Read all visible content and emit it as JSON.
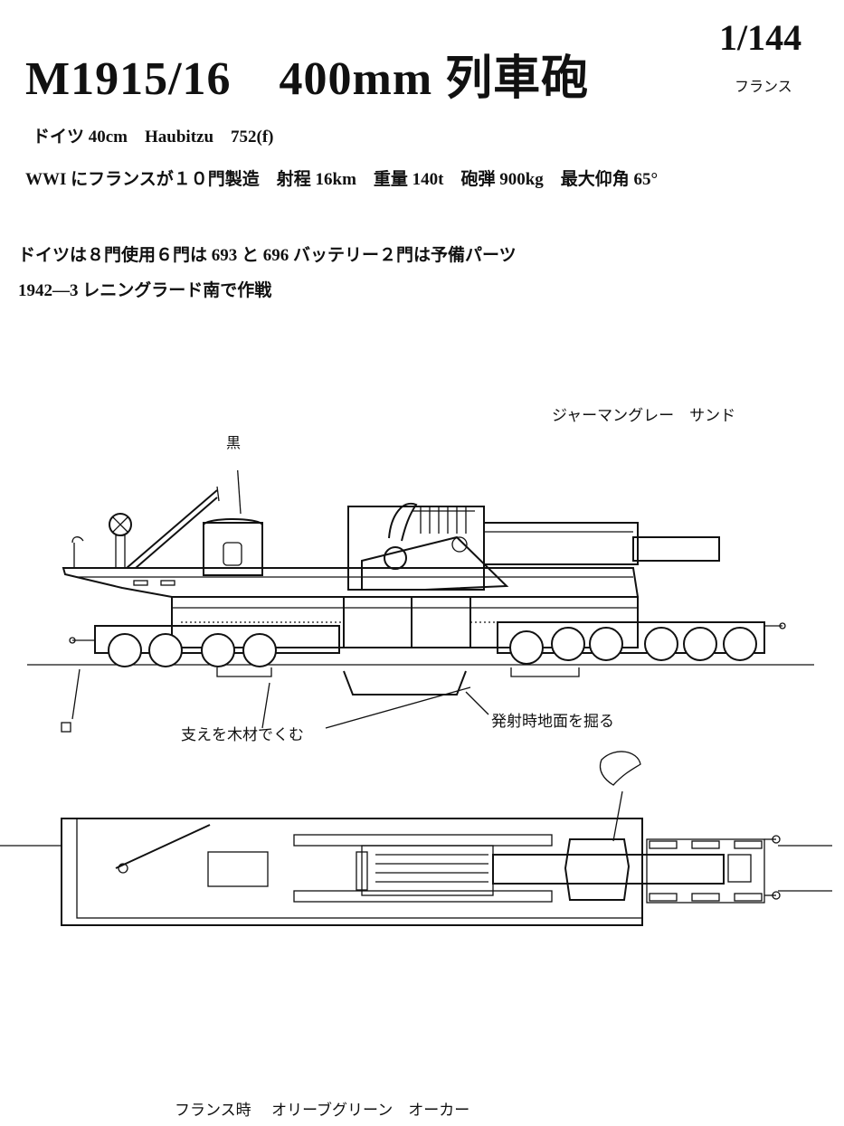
{
  "header": {
    "scale": "1/144",
    "title": "M1915/16　400mm 列車砲",
    "country": "フランス"
  },
  "specs": {
    "line1": "ドイツ 40cm　Haubitzu　752(f)",
    "line2": "WWI にフランスが１０門製造　射程 16km　重量 140t　砲弾 900kg　最大仰角 65°"
  },
  "history": {
    "line1": "ドイツは８門使用６門は 693 と 696 バッテリー２門は予備パーツ",
    "line2": "1942—3 レニングラード南で作戦"
  },
  "drawing": {
    "color_german": "ジャーマングレー　サンド",
    "label_black": "黒",
    "label_support": "支えを木材でくむ",
    "label_dig": "発射時地面を掘る",
    "color_french": "フランス時　 オリーブグリーン　オーカー"
  }
}
